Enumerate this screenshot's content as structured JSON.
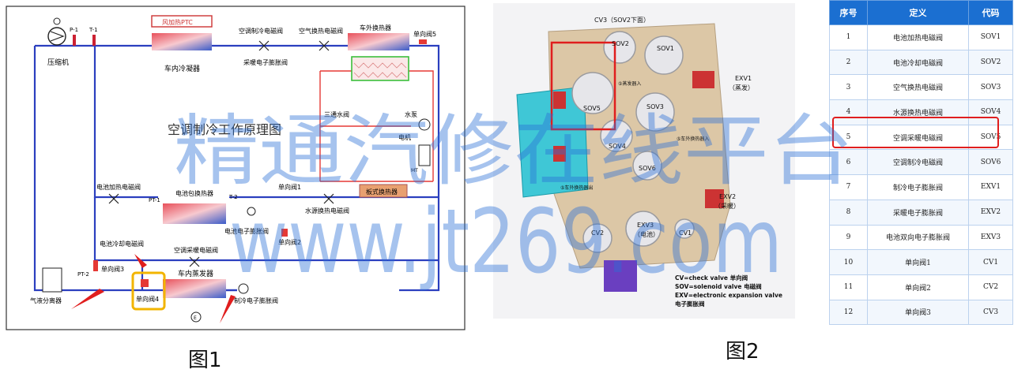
{
  "figure1": {
    "caption": "图1",
    "title": "空调制冷工作原理图",
    "labels": {
      "compressor": "压缩机",
      "p1": "P-1",
      "t1": "T-1",
      "cond_bar": "风加热PTC",
      "condenser": "车内冷凝器",
      "ac_cool_sv": "空调制冷电磁阀",
      "heat_exv": "采暖电子膨胀阀",
      "air_sv": "空气换热电磁阀",
      "outer_hx": "车外换热器",
      "check5": "单向阀5",
      "three_way": "三通水阀",
      "water_pump": "水泵",
      "motor": "电机",
      "mt": "MT",
      "bat_heat_sv": "电池加热电磁阀",
      "pt1": "PT-1",
      "bat_hx": "电池包换热器",
      "t2": "T-2",
      "check1": "单向阀1",
      "plate_hx": "板式换热器",
      "water_sv": "水源换热电磁阀",
      "bat_exv": "电池电子膨胀阀",
      "check2": "单向阀2",
      "bat_cool_sv": "电池冷却电磁阀",
      "pt2": "PT-2",
      "check3": "单向阀3",
      "ac_heat_sv": "空调采暖电磁阀",
      "evaporator": "车内蒸发器",
      "accumulator": "气液分离器",
      "check4": "单向阀4",
      "cool_exv": "制冷电子膨胀阀",
      "fan_e": "E"
    }
  },
  "figure2": {
    "caption": "图2",
    "labels": {
      "cv3": "CV3（SOV2下面）",
      "sov1": "SOV1",
      "sov2": "SOV2",
      "sov3": "SOV3",
      "sov4": "SOV4",
      "sov5": "SOV5",
      "sov6": "SOV6",
      "exv1": "EXV1",
      "exv1_sub": "（蒸发）",
      "exv2": "EXV2",
      "exv2_sub": "（采暖）",
      "exv3": "EXV3",
      "exv3_sub": "（电池）",
      "cv2": "CV2",
      "cv1": "CV1",
      "port_evap_in": "⑤蒸发器入",
      "port_outer_in": "⑤车外换热器入",
      "port_outer_out": "⑤车外换热器出",
      "legend_cv": "CV=check valve 单向阀",
      "legend_sov": "SOV=solenoid valve 电磁阀",
      "legend_exv": "EXV=electronic expansion valve",
      "legend_exv2": "电子膨胀阀"
    }
  },
  "table": {
    "headers": [
      "序号",
      "定义",
      "代码"
    ],
    "rows": [
      [
        "1",
        "电池加热电磁阀",
        "SOV1"
      ],
      [
        "2",
        "电池冷却电磁阀",
        "SOV2"
      ],
      [
        "3",
        "空气换热电磁阀",
        "SOV3"
      ],
      [
        "4",
        "水源换热电磁阀",
        "SOV4"
      ],
      [
        "5",
        "空调采暖电磁阀",
        "SOV5"
      ],
      [
        "6",
        "空调制冷电磁阀",
        "SOV6"
      ],
      [
        "7",
        "制冷电子膨胀阀",
        "EXV1"
      ],
      [
        "8",
        "采暖电子膨胀阀",
        "EXV2"
      ],
      [
        "9",
        "电池双向电子膨胀阀",
        "EXV3"
      ],
      [
        "10",
        "单向阀1",
        "CV1"
      ],
      [
        "11",
        "单向阀2",
        "CV2"
      ],
      [
        "12",
        "单向阀3",
        "CV3"
      ]
    ]
  },
  "watermark": {
    "line1": "精通汽修在线平台",
    "line2": "www.jt269.com"
  },
  "colors": {
    "refrigerant_line": "#2b3fbf",
    "water_line": "#e53935",
    "highlight_red": "#e01e1e",
    "highlight_yellow": "#f2b400",
    "table_header": "#1b6fd1",
    "watermark": "#2a6fd6"
  }
}
